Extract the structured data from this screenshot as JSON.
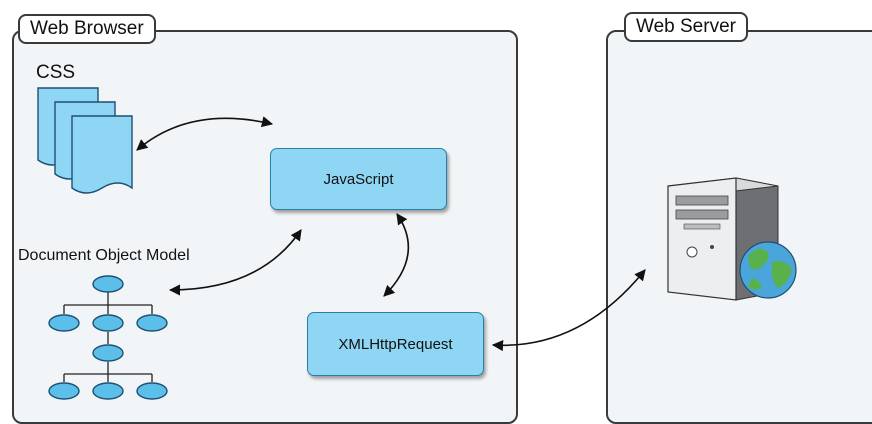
{
  "browser": {
    "title": "Web Browser",
    "css_label": "CSS",
    "dom_label": "Document Object Model",
    "javascript_label": "JavaScript",
    "xhr_label": "XMLHttpRequest"
  },
  "server": {
    "title": "Web Server"
  },
  "colors": {
    "node_fill": "#8fd6f5",
    "node_border": "#2a7fa6",
    "panel_fill": "#f2f5f7",
    "tree_fill": "#5bbfea"
  }
}
